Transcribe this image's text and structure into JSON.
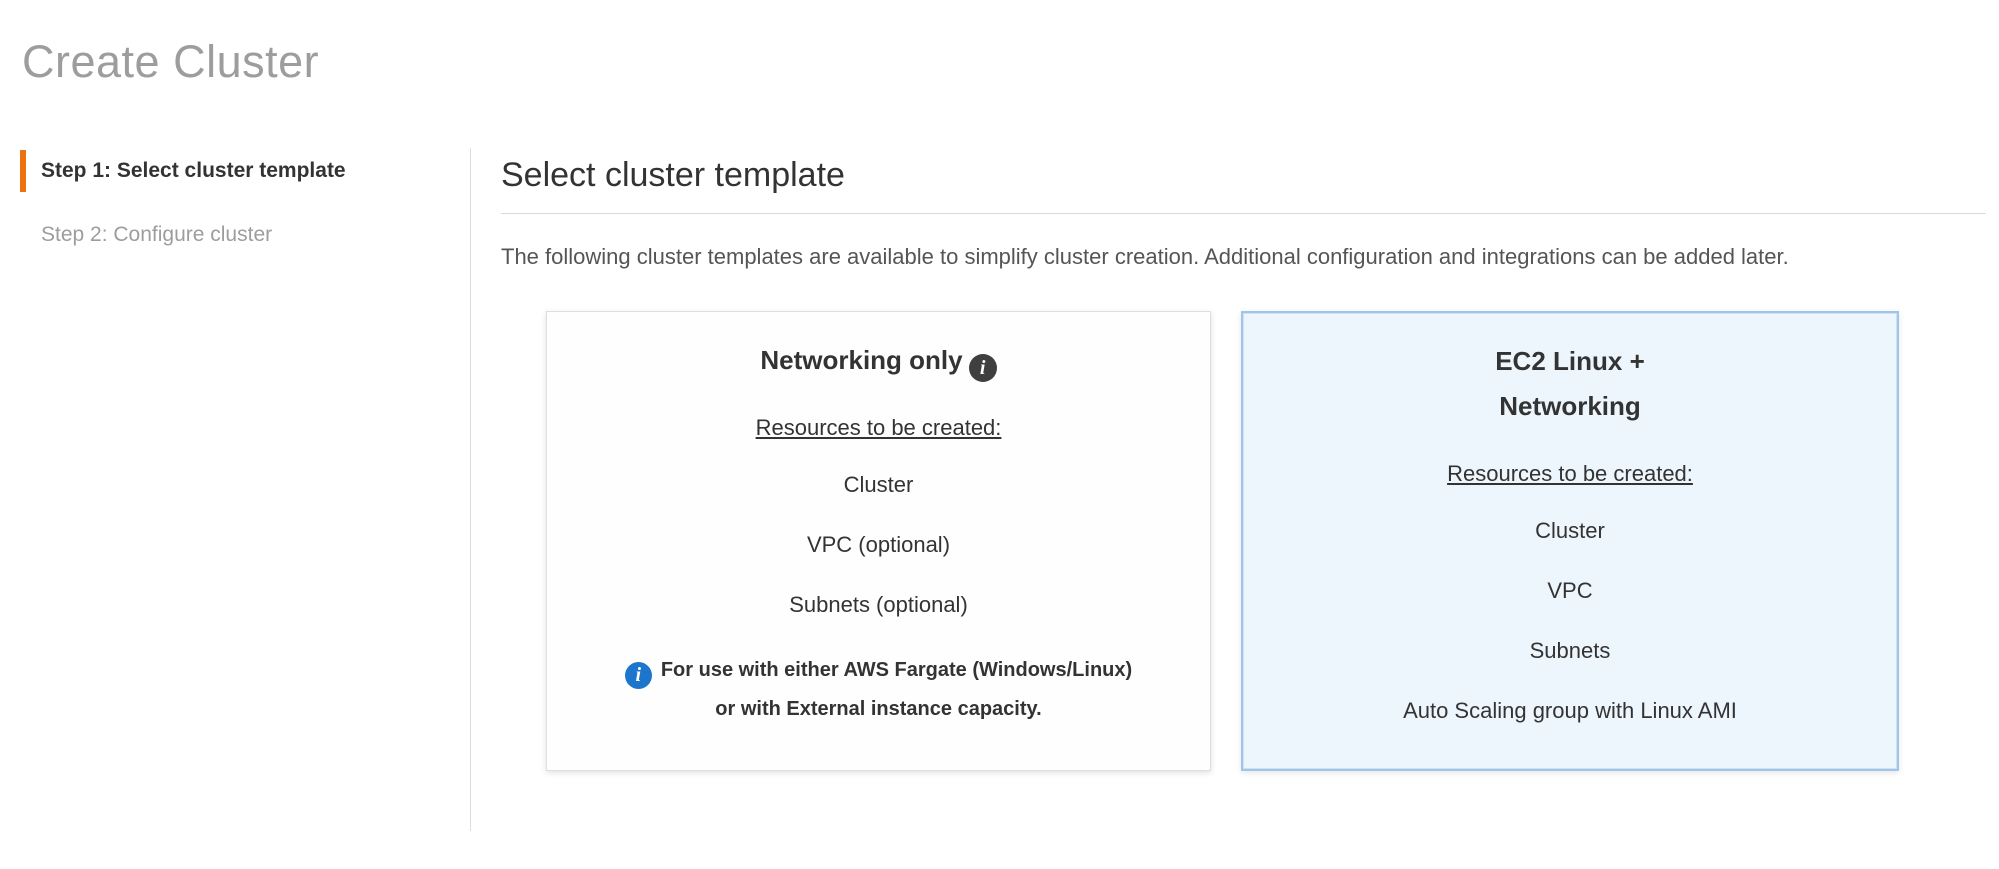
{
  "page": {
    "title": "Create Cluster"
  },
  "steps": [
    {
      "label": "Step 1: Select cluster template",
      "active": true
    },
    {
      "label": "Step 2: Configure cluster",
      "active": false
    }
  ],
  "main": {
    "heading": "Select cluster template",
    "description": "The following cluster templates are available to simplify cluster creation. Additional configuration and integrations can be added later.",
    "templates": [
      {
        "title": "Networking only",
        "resources_heading": "Resources to be created:",
        "resources": [
          "Cluster",
          "VPC (optional)",
          "Subnets (optional)"
        ],
        "note_lines": [
          "For use with either AWS Fargate (Windows/Linux)",
          "or with External instance capacity."
        ],
        "selected": false
      },
      {
        "title": "EC2 Linux + Networking",
        "resources_heading": "Resources to be created:",
        "resources": [
          "Cluster",
          "VPC",
          "Subnets",
          "Auto Scaling group with Linux AMI"
        ],
        "selected": true
      }
    ]
  },
  "icons": {
    "info_glyph": "i"
  },
  "colors": {
    "accent_orange": "#ec7211",
    "title_gray": "#9d9d9d",
    "text_dark": "#333333",
    "selected_card_bg": "#eef6fd",
    "selected_card_border": "#a0c5e8",
    "info_icon_blue": "#1d76cb",
    "info_icon_dark": "#3f3f3f"
  }
}
